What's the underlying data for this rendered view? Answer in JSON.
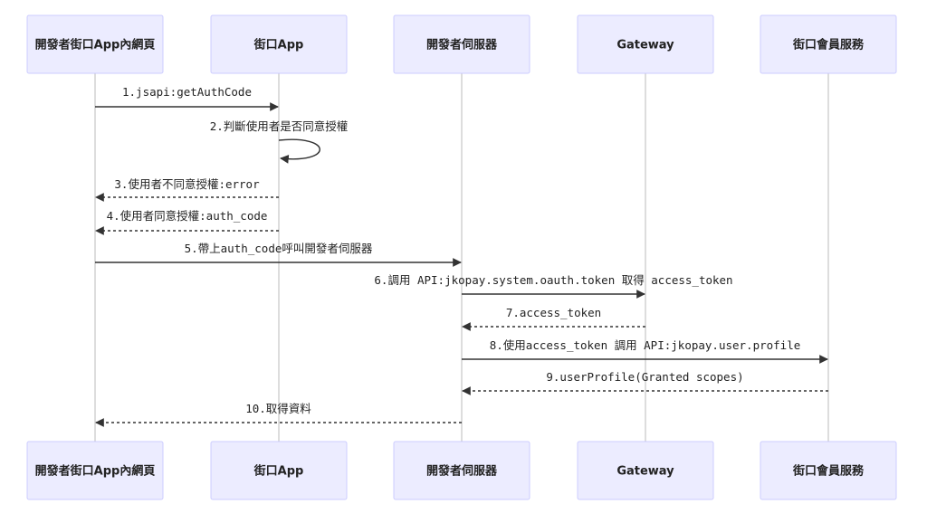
{
  "participants": [
    {
      "id": "webpage",
      "label": "開發者街口App內網頁"
    },
    {
      "id": "app",
      "label": "街口App"
    },
    {
      "id": "server",
      "label": "開發者伺服器"
    },
    {
      "id": "gateway",
      "label": "Gateway"
    },
    {
      "id": "member",
      "label": "街口會員服務"
    }
  ],
  "messages": [
    {
      "from": "webpage",
      "to": "app",
      "text": "1.jsapi:getAuthCode",
      "style": "solid"
    },
    {
      "from": "app",
      "to": "app",
      "text": "2.判斷使用者是否同意授權",
      "style": "solid"
    },
    {
      "from": "app",
      "to": "webpage",
      "text": "3.使用者不同意授權:error",
      "style": "dashed"
    },
    {
      "from": "app",
      "to": "webpage",
      "text": "4.使用者同意授權:auth_code",
      "style": "dashed"
    },
    {
      "from": "webpage",
      "to": "server",
      "text": "5.帶上auth_code呼叫開發者伺服器",
      "style": "solid"
    },
    {
      "from": "server",
      "to": "gateway",
      "text": "6.調用 API:jkopay.system.oauth.token 取得 access_token",
      "style": "solid"
    },
    {
      "from": "gateway",
      "to": "server",
      "text": "7.access_token",
      "style": "dashed"
    },
    {
      "from": "server",
      "to": "member",
      "text": "8.使用access_token 調用 API:jkopay.user.profile",
      "style": "solid"
    },
    {
      "from": "member",
      "to": "server",
      "text": "9.userProfile(Granted scopes)",
      "style": "dashed"
    },
    {
      "from": "server",
      "to": "webpage",
      "text": "10.取得資料",
      "style": "dashed"
    }
  ]
}
